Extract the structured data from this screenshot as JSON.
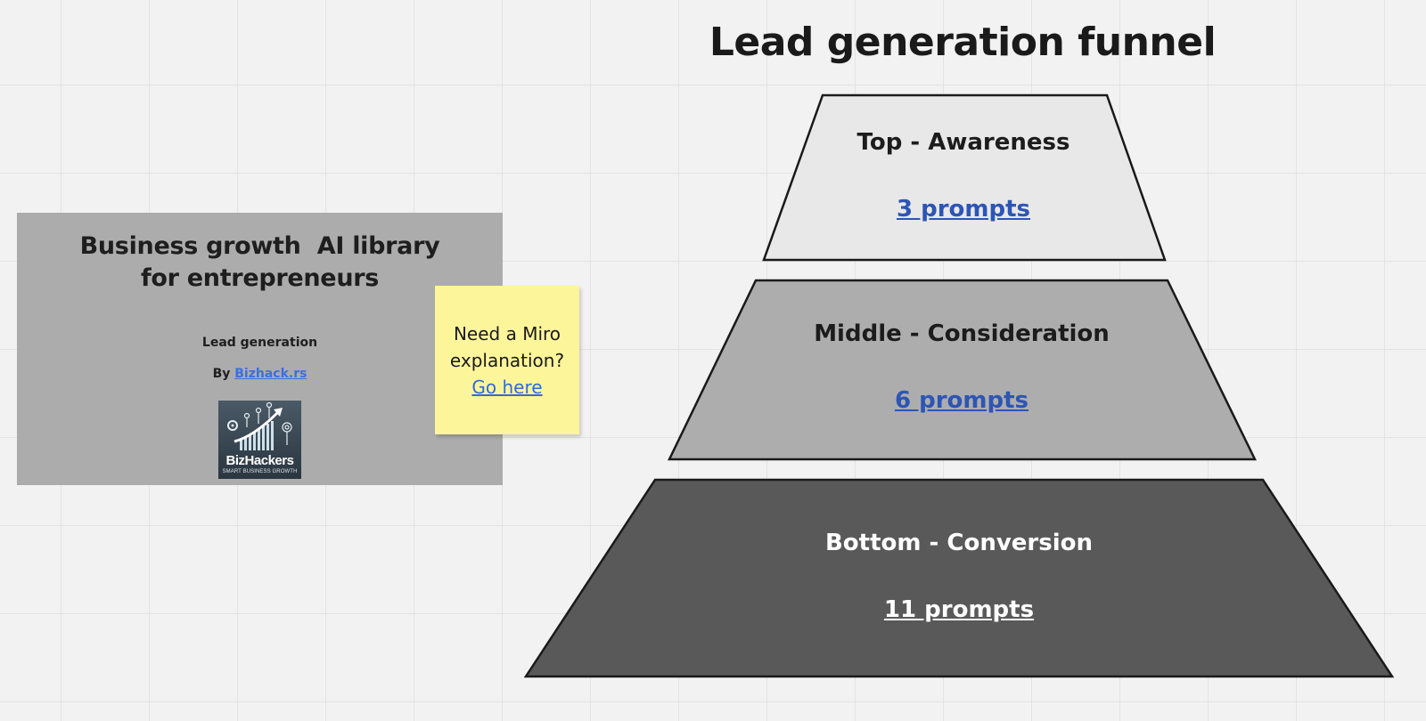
{
  "board": {
    "title": "Lead generation funnel"
  },
  "cover": {
    "title_line1": "Business growth  AI library",
    "title_line2": "for entrepreneurs",
    "subtitle": "Lead generation",
    "by_label": "By",
    "by_link": "Bizhack.rs",
    "logo": {
      "name": "BizHackers",
      "tagline": "SMART BUSINESS GROWTH"
    }
  },
  "sticky_note": {
    "line1": "Need a Miro",
    "line2": "explanation?",
    "link": "Go here",
    "color": "#fdf59a"
  },
  "funnel": {
    "stages": [
      {
        "label": "Top - Awareness",
        "link": "3 prompts",
        "fill": "#e8e8e8"
      },
      {
        "label": "Middle - Consideration",
        "link": "6 prompts",
        "fill": "#adadad"
      },
      {
        "label": "Bottom - Conversion",
        "link": "11 prompts",
        "fill": "#595959"
      }
    ],
    "link_color": "#2d55b5"
  }
}
